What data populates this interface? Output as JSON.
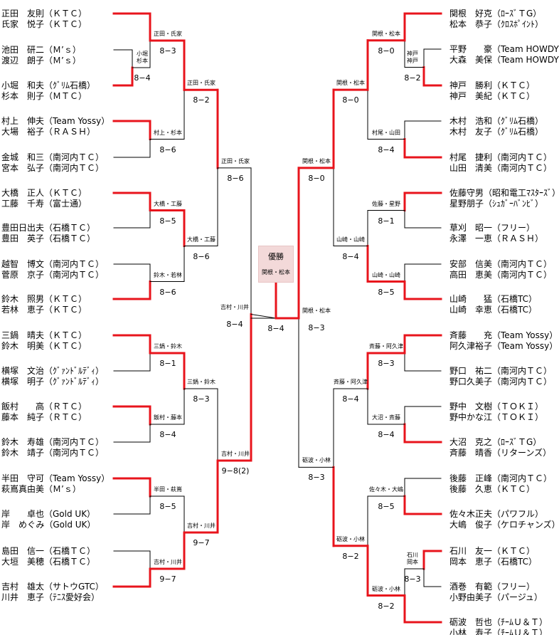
{
  "left_pairs": [
    [
      "正田　友則（ＫＴＣ）",
      "氏家　悦子（ＫＴＣ）"
    ],
    [
      "池田　研二（Ｍ’ｓ）",
      "渡辺　朗子（Ｍ’ｓ）"
    ],
    [
      "小堀　和夫（ｸﾞﾘﾑ石橋）",
      "杉本　則子（ＭＴＣ）"
    ],
    [
      "村上　伸夫（Team Yossy）",
      "大場　裕子（ＲＡＳＨ）"
    ],
    [
      "金城　和三（南河内ＴＣ）",
      "宮本　弘子（南河内ＴＣ）"
    ],
    [
      "大橋　正人（ＫＴＣ）",
      "工藤　千寿（富士通）"
    ],
    [
      "豊田日出夫（石橋ＴＣ）",
      "豊田　英子（石橋ＴＣ）"
    ],
    [
      "越智　博文（南河内ＴＣ）",
      "菅原　京子（南河内ＴＣ）"
    ],
    [
      "鈴木　照男（ＫＴＣ）",
      "若林　恵子（ＫＴＣ）"
    ],
    [
      "三鍋　晴夫（ＫＴＣ）",
      "鈴木　明美（ＫＴＣ）"
    ],
    [
      "横塚　文治（ｸﾞｧﾝﾄﾞﾙﾃﾞｨ）",
      "横塚　明子（ｸﾞｧﾝﾄﾞﾙﾃﾞｨ）"
    ],
    [
      "飯村　　高（ＲＴＣ）",
      "藤本　純子（ＲＴＣ）"
    ],
    [
      "鈴木　寿雄（南河内ＴＣ）",
      "鈴木　靖子（南河内ＴＣ）"
    ],
    [
      "半田　守可（Team Yossy）",
      "萩嶌真由美（Ｍ’ｓ）"
    ],
    [
      "岸　　卓也（Gold UK）",
      "岸　めぐみ（Gold UK）"
    ],
    [
      "島田　信一（石橋ＴＣ）",
      "大垣　美穂（石橋ＴＣ）"
    ],
    [
      "吉村　雄太（サトウGTC）",
      "川井　恵子（ﾃﾆｽ愛好会）"
    ]
  ],
  "right_pairs": [
    [
      "関根　好克（ﾛｰｽﾞＴG）",
      "松本　恭子（ｸﾛｽﾎﾟｲﾝﾄ）"
    ],
    [
      "平野　　豪（Team HOWDY）",
      "大森　美保（Team HOWDY）"
    ],
    [
      "神戸　勝利（ＫＴＣ）",
      "神戸　美紀（ＫＴＣ）"
    ],
    [
      "木村　浩和（ｸﾞﾘﾑ石橋）",
      "木村　友子（ｸﾞﾘﾑ石橋）"
    ],
    [
      "村尾　捷利（南河内ＴＣ）",
      "山田　清美（南河内ＴＣ）"
    ],
    [
      "佐藤守男（昭和電工ﾏｽﾀｰｽﾞ）",
      "星野朋子（ｼｭｶﾞｰﾊﾞﾝﾋﾞ）"
    ],
    [
      "草刈　昭一（フリー）",
      "永澤　一恵（ＲＡＳＨ）"
    ],
    [
      "安部　信美（南河内ＴＣ）",
      "高田　恵美（南河内ＴＣ）"
    ],
    [
      "山崎　　猛（石橋TC）",
      "山崎　幸恵（石橋TC）"
    ],
    [
      "斉藤　　充（Team Yossy）",
      "阿久津裕子（Team Yossy）"
    ],
    [
      "野口　祐二（南河内ＴＣ）",
      "野口久美子（南河内ＴＣ）"
    ],
    [
      "野中　文樹（ＴＯＫＩ）",
      "野中かな江（ＴＯＫＩ）"
    ],
    [
      "大沼　克之（ﾛｰｽﾞＴG）",
      "斉藤　晴香（リターンズ）"
    ],
    [
      "後藤　正峰（南河内ＴＣ）",
      "後藤　久恵（ＫＴＣ）"
    ],
    [
      "佐々木正夫（パワフル）",
      "大嶋　俊子（ケロチャンズ）"
    ],
    [
      "石川　友一（ＫＴＣ）",
      "岡本　恵子（石橋TC）"
    ],
    [
      "酒巻　有範（フリー）",
      "小野由美子（パージュ）"
    ],
    [
      "砺波　哲也（ﾁｰﾑＵ＆Ｔ）",
      "小林　寿子（ﾁｰﾑＵ＆Ｔ）"
    ]
  ],
  "left_matches": {
    "m_a": {
      "winner": "小堀\n杉本",
      "score": "8−4"
    },
    "m1": {
      "winner": "正田・氏家",
      "score": "8−3"
    },
    "m2": {
      "winner": "村上・杉本",
      "score": "8−6"
    },
    "m3": {
      "winner": "正田・氏家",
      "score": "8−2"
    },
    "m4": {
      "winner": "大橋・工藤",
      "score": "8−5"
    },
    "m5": {
      "winner": "鈴木・若林",
      "score": "8−6"
    },
    "m6": {
      "winner": "大橋・工藤",
      "score": "8−6"
    },
    "m7": {
      "winner": "正田・氏家",
      "score": "8−6"
    },
    "m8": {
      "winner": "三鍋・鈴木",
      "score": "8−1"
    },
    "m9": {
      "winner": "飯村・藤本",
      "score": "8−4"
    },
    "m10": {
      "winner": "三鍋・鈴木",
      "score": "8−3"
    },
    "m11": {
      "winner": "半田・萩嶌",
      "score": "8−5"
    },
    "m12": {
      "winner": "吉村・川井",
      "score": "9−7"
    },
    "m13": {
      "winner": "吉村・川井",
      "score": "9−7"
    },
    "m14": {
      "winner": "吉村・川井",
      "score": "9−8(2)"
    },
    "m15": {
      "winner": "吉村・川井",
      "score": "8−4"
    }
  },
  "right_matches": {
    "m_a": {
      "winner": "神戸\n神戸",
      "score": "8−2"
    },
    "m1": {
      "winner": "関根・松本",
      "score": "8−0"
    },
    "m2": {
      "winner": "村尾・山田",
      "score": "8−4"
    },
    "m3": {
      "winner": "関根・松本",
      "score": "8−0"
    },
    "m4": {
      "winner": "佐藤・星野",
      "score": "8−1"
    },
    "m5": {
      "winner": "山崎・山崎",
      "score": "8−5"
    },
    "m6": {
      "winner": "山崎・山崎",
      "score": "8−4"
    },
    "m7": {
      "winner": "関根・松本",
      "score": "8−0"
    },
    "m8": {
      "winner": "斉藤・阿久津",
      "score": "8−3"
    },
    "m9": {
      "winner": "大沼・斉藤",
      "score": "8−4"
    },
    "m10": {
      "winner": "斉藤・阿久津",
      "score": "8−4"
    },
    "m11": {
      "winner": "佐々木・大嶋",
      "score": "8−5"
    },
    "m_b": {
      "winner": "石川\n岡本",
      "score": "8−3"
    },
    "m12": {
      "winner": "砺波・小林",
      "score": "8−2"
    },
    "m13": {
      "winner": "砺波・小林",
      "score": "8−2"
    },
    "m14": {
      "winner": "砺波・小林",
      "score": "8−3"
    },
    "m15": {
      "winner": "関根・松本",
      "score": "8−3"
    }
  },
  "final": {
    "title": "優勝",
    "winner": "関根・松本",
    "score": "8−4"
  },
  "colors": {
    "win_line": "#e8141c",
    "lose_line": "#000000",
    "champ_bg": "#f3d9d9"
  }
}
